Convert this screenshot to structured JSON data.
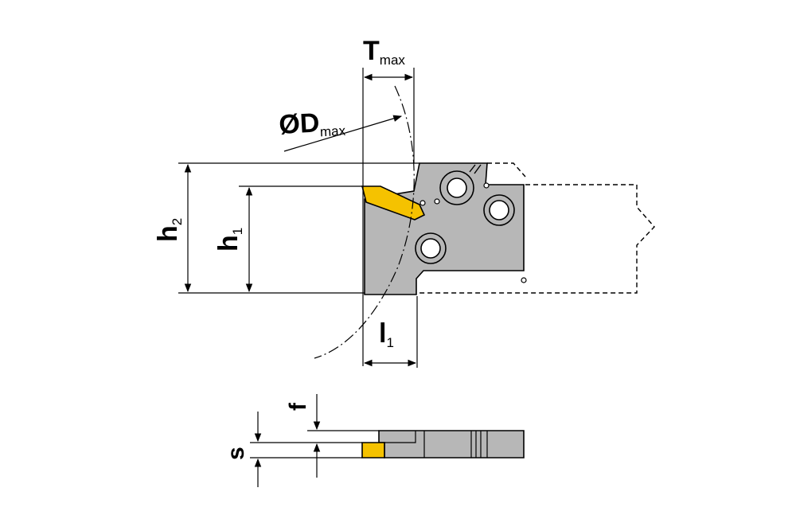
{
  "diagram": {
    "dimensions": {
      "tmax": {
        "main": "T",
        "sub": "max"
      },
      "dmax": {
        "main": "ØD",
        "sub": "max"
      },
      "h2": {
        "main": "h",
        "sub": "2"
      },
      "h1": {
        "main": "h",
        "sub": "1"
      },
      "l1": {
        "main": "l",
        "sub": "1"
      },
      "f": {
        "main": "f"
      },
      "s": {
        "main": "s"
      }
    },
    "colors": {
      "body": "#b7b7b7",
      "insert": "#f5c200",
      "line": "#000000",
      "background": "#ffffff"
    }
  }
}
